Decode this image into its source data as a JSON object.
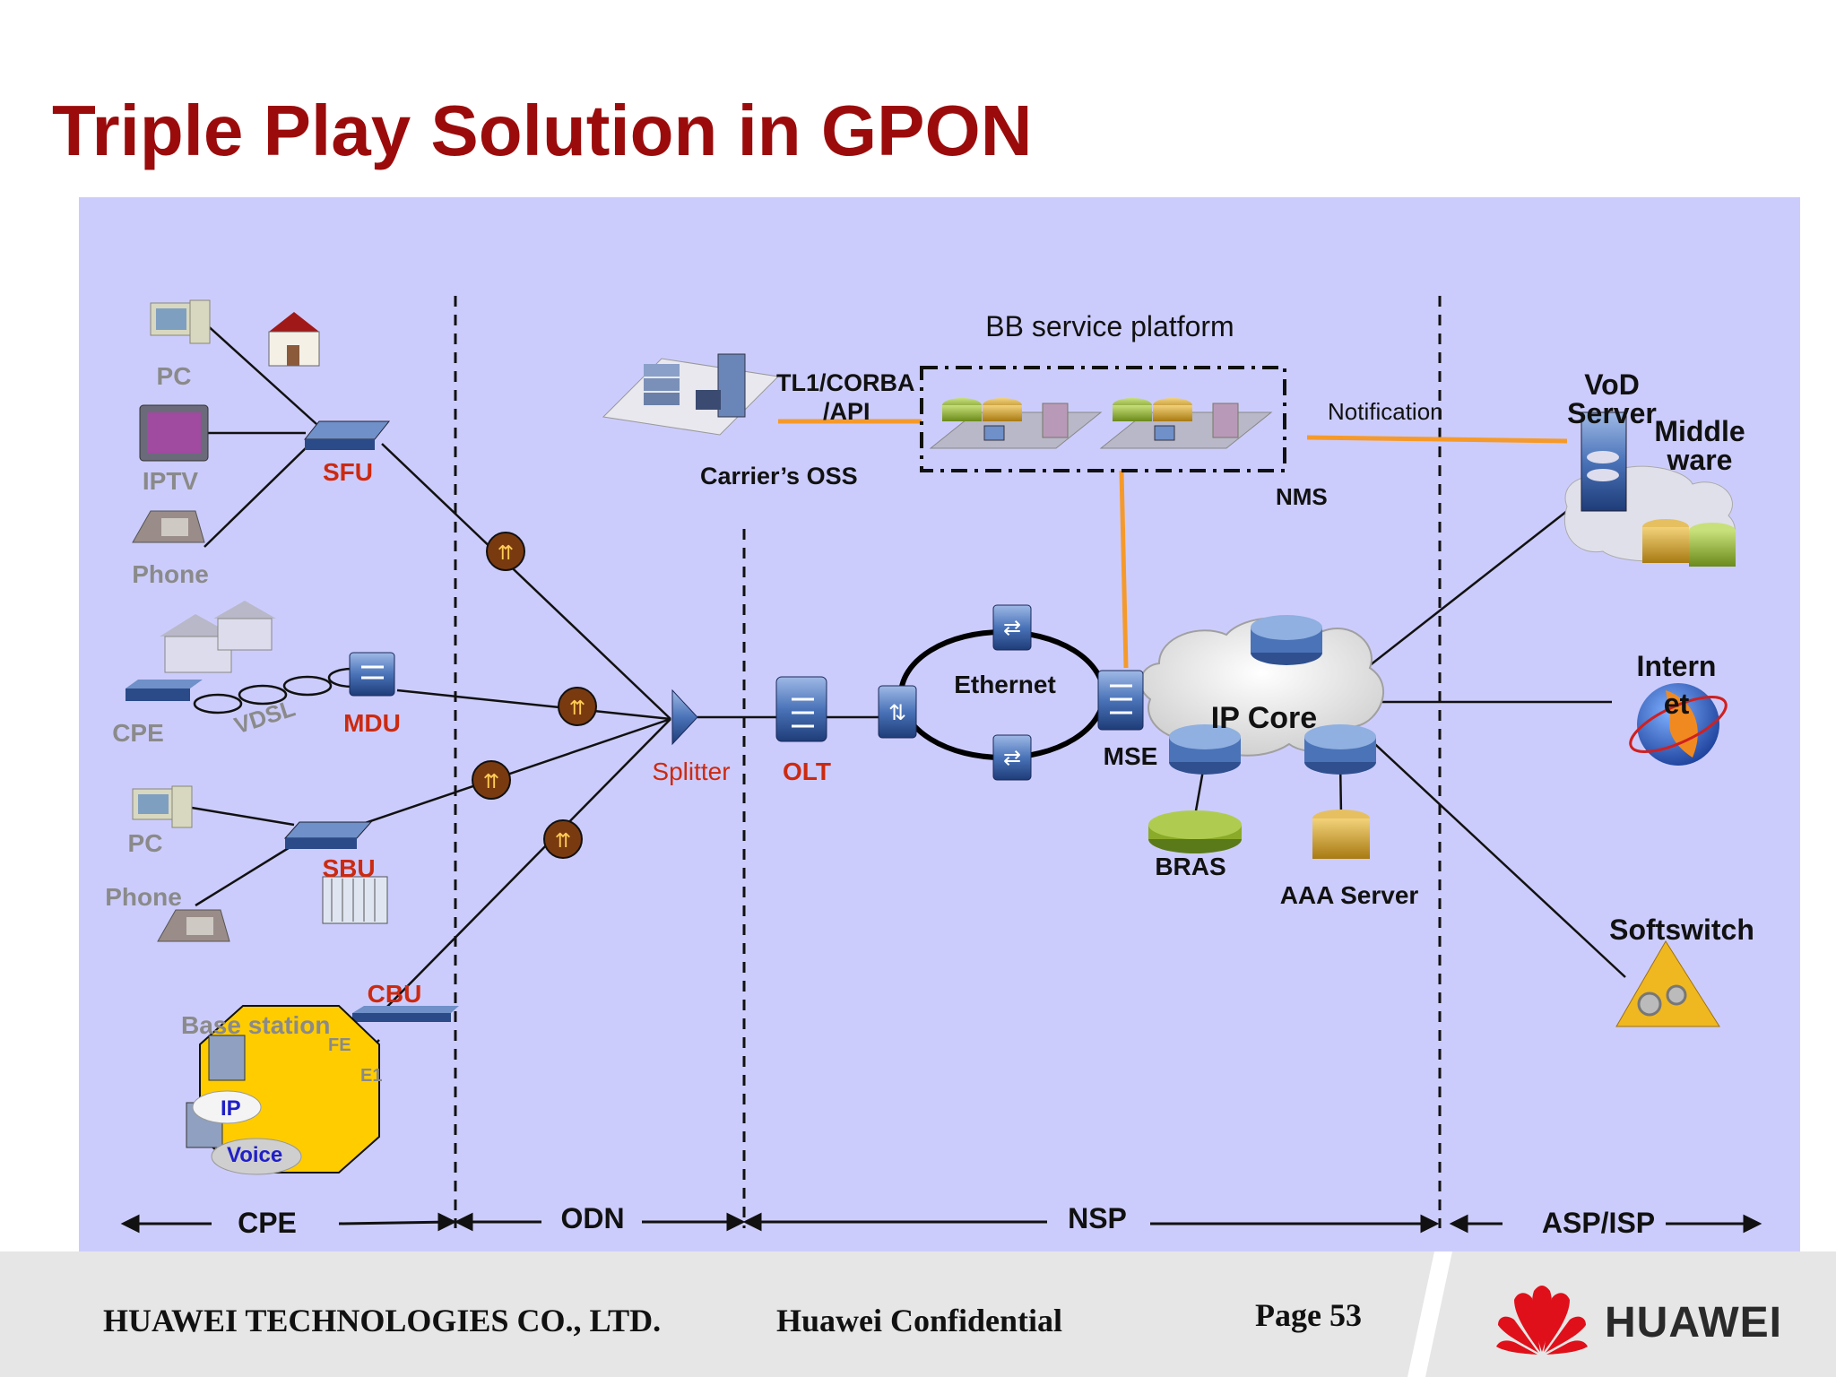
{
  "slide": {
    "title": "Triple Play Solution in GPON"
  },
  "diagram": {
    "bb_platform_label": "BB service platform",
    "oss_label": "Carrier’s OSS",
    "tl1_line1": "TL1/CORBA",
    "tl1_line2": "/API",
    "notification_label": "Notification",
    "nms_label": "NMS",
    "vod_line1": "VoD",
    "vod_line2": "Server",
    "middle_line1": "Middle",
    "middle_line2": "ware",
    "internet_line1": "Intern",
    "internet_line2": "et",
    "softswitch_label": "Softswitch",
    "ethernet_label": "Ethernet",
    "ipcore_label": "IP Core",
    "mse_label": "MSE",
    "bras_label": "BRAS",
    "aaa_label": "AAA Server",
    "olt_label": "OLT",
    "splitter_label": "Splitter",
    "pc_label": "PC",
    "iptv_label": "IPTV",
    "phone_label": "Phone",
    "sfu_label": "SFU",
    "cpe_label": "CPE",
    "vdsl_label": "VDSL",
    "mdu_label": "MDU",
    "pc2_label": "PC",
    "phone2_label": "Phone",
    "sbu_label": "SBU",
    "cbu_label": "CBU",
    "base_station_label": "Base station",
    "fe_label": "FE",
    "e1_label": "E1",
    "ip_label": "IP",
    "voice_label": "Voice",
    "segments": {
      "cpe": "CPE",
      "odn": "ODN",
      "nsp": "NSP",
      "asp": "ASP/ISP"
    }
  },
  "footer": {
    "company": "HUAWEI TECHNOLOGIES CO., LTD.",
    "confidential": "Huawei Confidential",
    "page": "Page 53",
    "brand": "HUAWEI"
  },
  "colors": {
    "title": "#9b0b0b",
    "panel": "#ccccfc",
    "orange_link": "#f59a2a",
    "red_label": "#cc2a10",
    "gray_label": "#8a8a8a",
    "blue_device": "#3a5ea8"
  }
}
